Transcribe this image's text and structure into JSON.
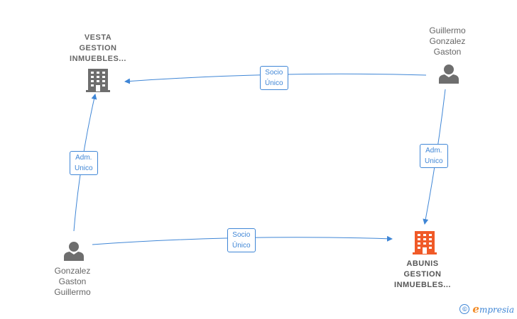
{
  "colors": {
    "edge": "#3f86d6",
    "node_gray": "#666666",
    "highlight": "#f05a28",
    "brand_accent": "#f28c28"
  },
  "nodes": {
    "vesta": {
      "type": "company",
      "icon": "building-icon",
      "lines": [
        "VESTA",
        "GESTION",
        "INMUEBLES..."
      ]
    },
    "abunis": {
      "type": "company",
      "icon": "building-icon",
      "highlight": true,
      "lines": [
        "ABUNIS",
        "GESTION",
        "INMUEBLES..."
      ]
    },
    "guillermo": {
      "type": "person",
      "icon": "person-icon",
      "lines": [
        "Guillermo",
        "Gonzalez",
        "Gaston"
      ]
    },
    "gonzalez": {
      "type": "person",
      "icon": "person-icon",
      "lines": [
        "Gonzalez",
        "Gaston",
        "Guillermo"
      ]
    }
  },
  "edges": [
    {
      "from": "guillermo",
      "to": "vesta",
      "label": [
        "Socio",
        "Único"
      ]
    },
    {
      "from": "guillermo",
      "to": "abunis",
      "label": [
        "Adm.",
        "Unico"
      ]
    },
    {
      "from": "gonzalez",
      "to": "vesta",
      "label": [
        "Adm.",
        "Unico"
      ]
    },
    {
      "from": "gonzalez",
      "to": "abunis",
      "label": [
        "Socio",
        "Único"
      ]
    }
  ],
  "brand": {
    "copyright": "©",
    "initial": "e",
    "name": "mpresia"
  }
}
